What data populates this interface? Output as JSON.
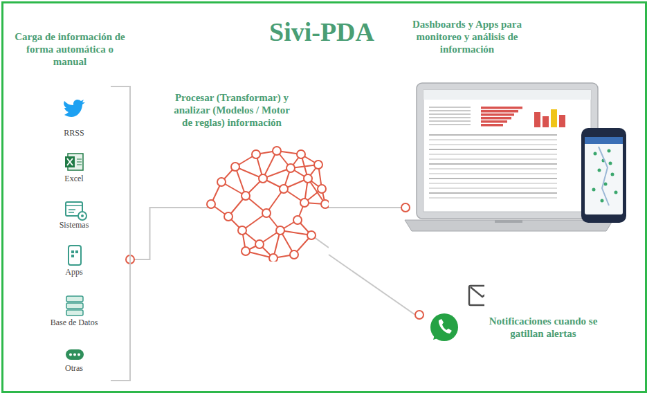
{
  "diagram": {
    "title": "Sivi-PDA",
    "nodes": [
      {
        "text": [
          "Carga de información de forma automática o manual"
        ]
      },
      {
        "text": [
          "Procesar (Transformar) y analizar (Modelos / Motor de reglas) información"
        ]
      },
      {
        "text": [
          "Dashboards y Apps para monitoreo y análisis de información"
        ]
      },
      {
        "text": [
          "Notificaciones cuando se gatillan alertas"
        ]
      }
    ],
    "edges": [
      {
        "from": 0,
        "to": 1,
        "arrow": "none"
      },
      {
        "from": 1,
        "to": 2,
        "arrow": "none"
      },
      {
        "from": 1,
        "to": 3,
        "arrow": "none"
      }
    ],
    "labels": [
      "RRSS",
      "Excel",
      "Sistemas",
      "Apps",
      "Base de Datos",
      "Otras"
    ]
  }
}
